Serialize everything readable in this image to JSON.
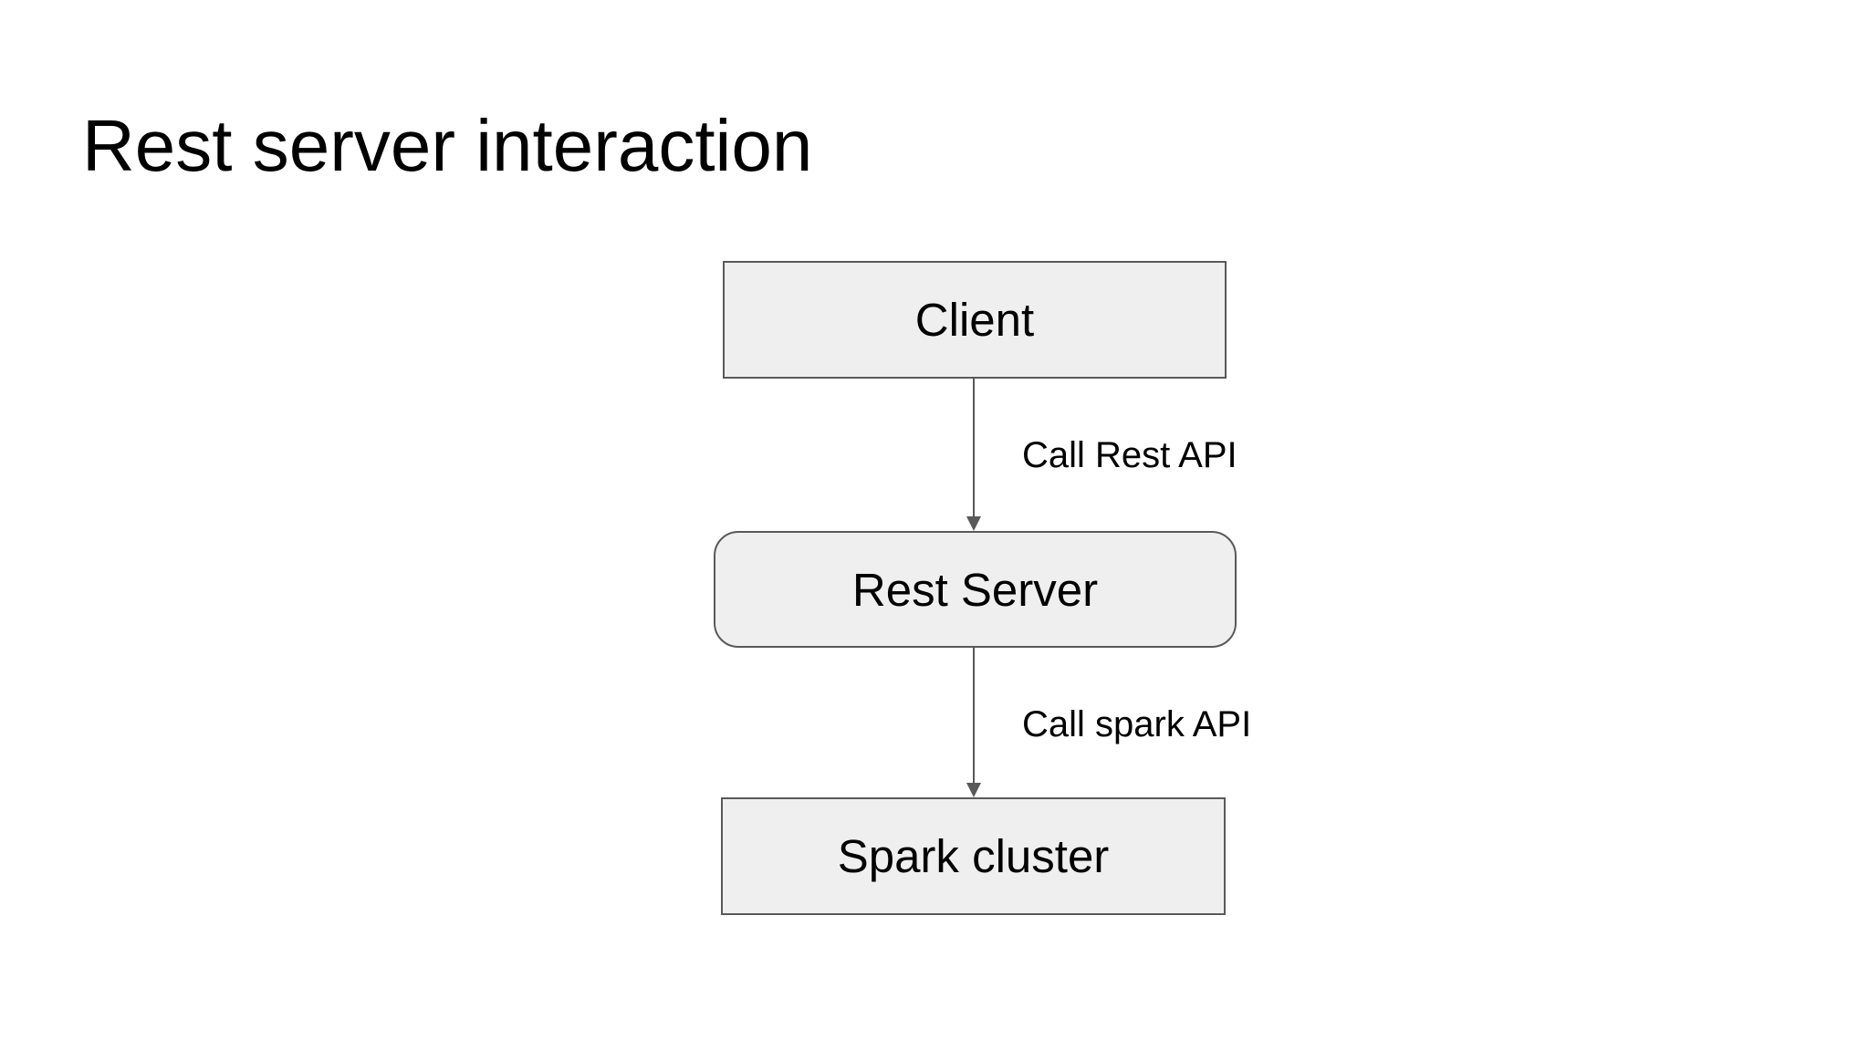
{
  "slide": {
    "title": "Rest server interaction",
    "background_color": "#ffffff"
  },
  "diagram": {
    "nodes": [
      {
        "id": "client",
        "label": "Client",
        "shape": "rectangle"
      },
      {
        "id": "rest-server",
        "label": "Rest Server",
        "shape": "rounded-rectangle"
      },
      {
        "id": "spark-cluster",
        "label": "Spark cluster",
        "shape": "rectangle"
      }
    ],
    "edges": [
      {
        "from": "client",
        "to": "rest-server",
        "label": "Call Rest API",
        "direction": "down"
      },
      {
        "from": "rest-server",
        "to": "spark-cluster",
        "label": "Call spark API",
        "direction": "down"
      }
    ],
    "colors": {
      "node_fill": "#efefef",
      "node_border": "#595959",
      "connector": "#595959",
      "text": "#000000"
    }
  }
}
